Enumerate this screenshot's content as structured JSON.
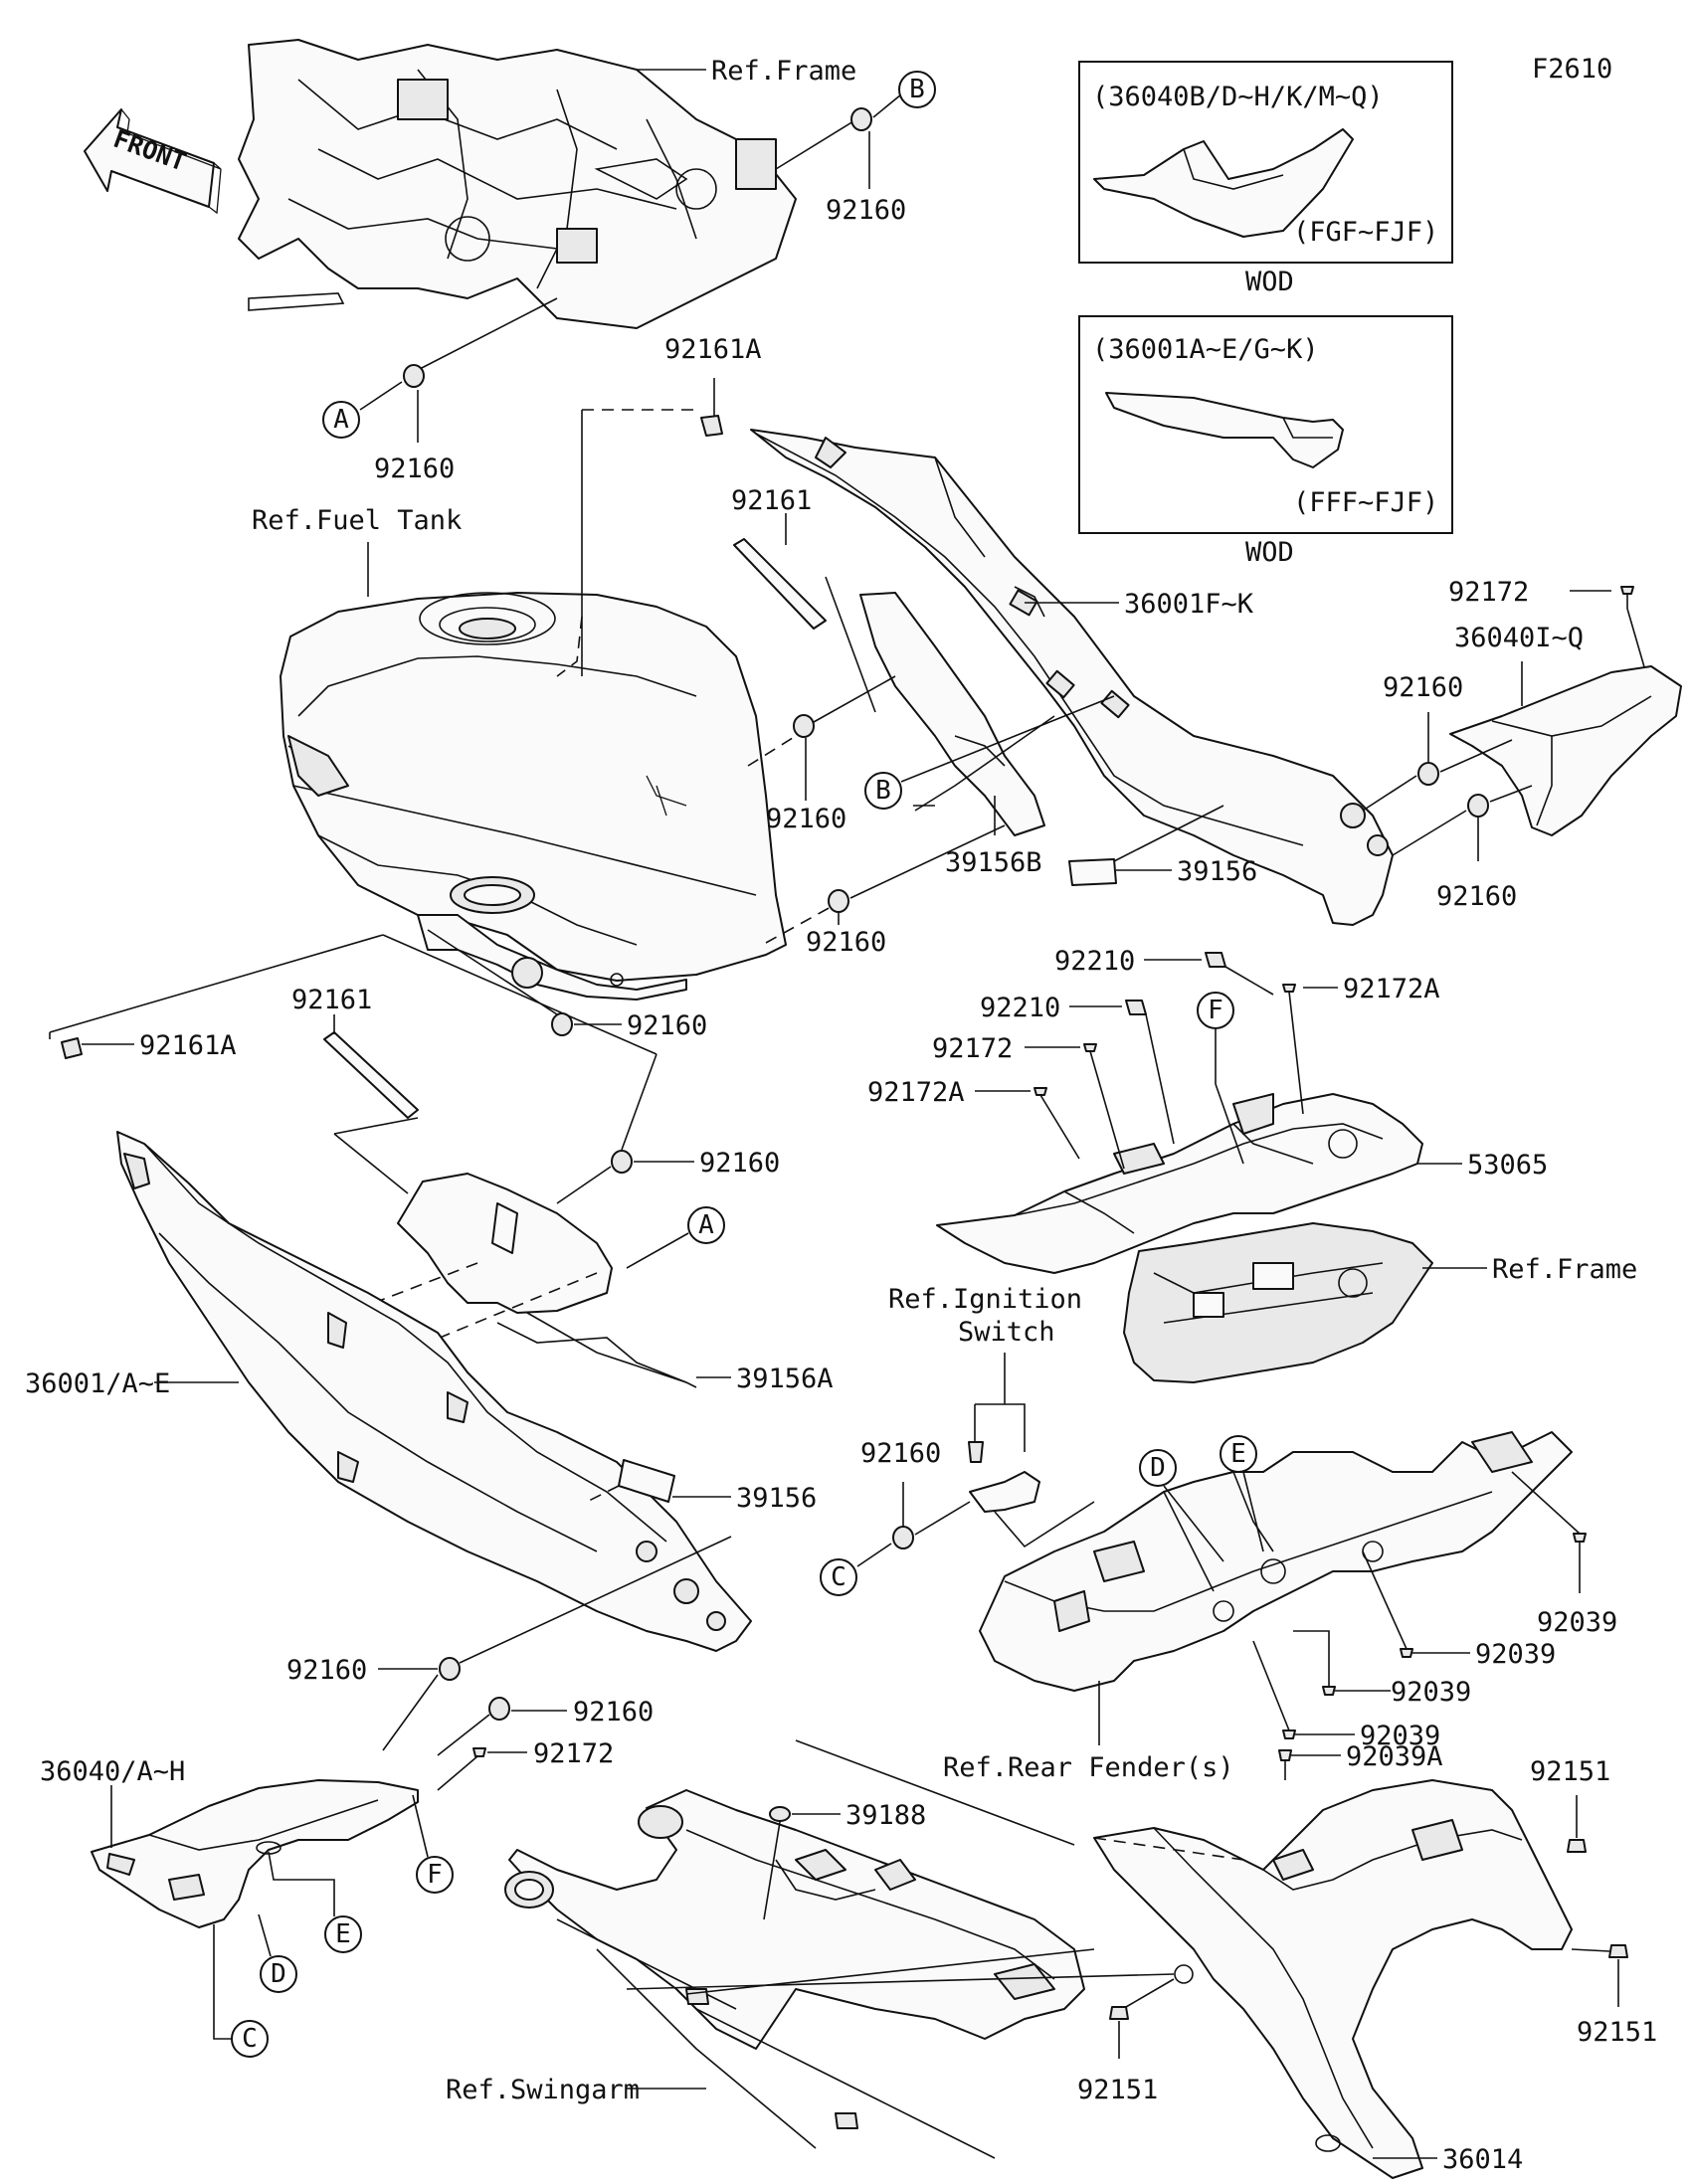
{
  "figure_code": "F2610",
  "front_badge": "FRONT",
  "inset_boxes": [
    {
      "code": "(36040B/D~H/K/M~Q)",
      "color_code": "(FGF~FJF)",
      "note": "WOD"
    },
    {
      "code": "(36001A~E/G~K)",
      "color_code": "(FFF~FJF)",
      "note": "WOD"
    }
  ],
  "reference_labels": {
    "frame_top": "Ref.Frame",
    "fuel_tank": "Ref.Fuel Tank",
    "frame_mid": "Ref.Frame",
    "ignition_switch_1": "Ref.Ignition",
    "ignition_switch_2": "Switch",
    "rear_fender": "Ref.Rear Fender(s)",
    "swingarm": "Ref.Swingarm"
  },
  "part_numbers": {
    "p92160_b": "92160",
    "p92160_a": "92160",
    "p92161a_top": "92161A",
    "p92161_top": "92161",
    "p36001f_k": "36001F~K",
    "p92172_right": "92172",
    "p36040i_q": "36040I~Q",
    "p92160_r1": "92160",
    "p92160_r2": "92160",
    "p92160_c1": "92160",
    "p39156b": "39156B",
    "p92160_c2": "92160",
    "p39156_r": "39156",
    "p92160_tank": "92160",
    "p92161_left": "92161",
    "p92161a_left": "92161A",
    "p92160_left": "92160",
    "p36001_a_e": "36001/A~E",
    "p39156a": "39156A",
    "p39156_l": "39156",
    "p92210_1": "92210",
    "p92210_2": "92210",
    "p92172a_1": "92172A",
    "p92172_mid": "92172",
    "p92172a_2": "92172A",
    "p53065": "53065",
    "p92160_ign": "92160",
    "p92039_1": "92039",
    "p92039_2": "92039",
    "p92039_3": "92039",
    "p92039_4": "92039",
    "p92039a": "92039A",
    "p92160_low1": "92160",
    "p92160_low2": "92160",
    "p92172_low": "92172",
    "p36040_a_h": "36040/A~H",
    "p39188": "39188",
    "p92151_1": "92151",
    "p92151_2": "92151",
    "p92151_3": "92151",
    "p36014": "36014"
  },
  "callouts": {
    "b_top": "B",
    "a_top": "A",
    "b_mid": "B",
    "a_mid": "A",
    "f_mid": "F",
    "d_mid": "D",
    "e_mid": "E",
    "c_mid": "C",
    "f_low": "F",
    "e_low": "E",
    "d_low": "D",
    "c_low": "C"
  }
}
